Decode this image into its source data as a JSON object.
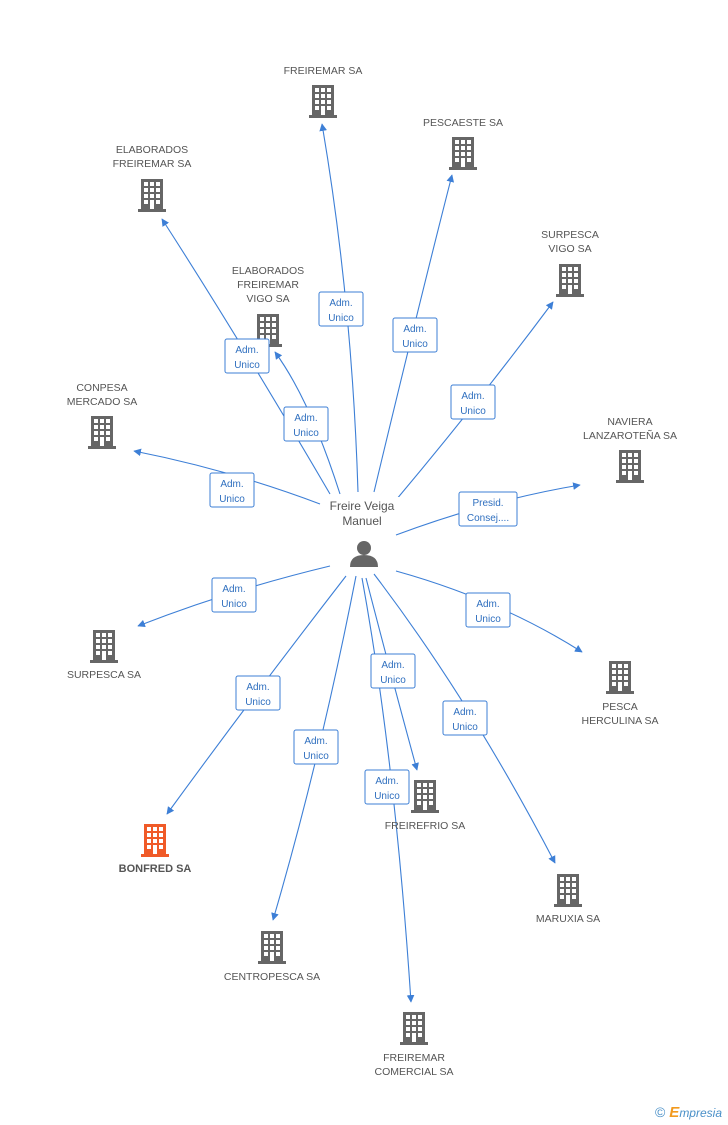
{
  "center": {
    "label_lines": [
      "Freire Veiga",
      "Manuel"
    ]
  },
  "colors": {
    "edge": "#3d7fd6",
    "building": "#666666",
    "highlight": "#f05a28",
    "role_border": "#3d7fd6",
    "role_text": "#2f6fbf"
  },
  "companies": [
    {
      "id": "freiremar",
      "lines": [
        "FREIREMAR SA"
      ],
      "role_lines": [
        "Adm.",
        "Unico"
      ],
      "highlight": false
    },
    {
      "id": "pescaeste",
      "lines": [
        "PESCAESTE SA"
      ],
      "role_lines": [
        "Adm.",
        "Unico"
      ],
      "highlight": false
    },
    {
      "id": "elaborados",
      "lines": [
        "ELABORADOS",
        "FREIREMAR SA"
      ],
      "role_lines": [
        "Adm.",
        "Unico"
      ],
      "highlight": false
    },
    {
      "id": "surpesca-vigo",
      "lines": [
        "SURPESCA",
        "VIGO SA"
      ],
      "role_lines": [
        "Adm.",
        "Unico"
      ],
      "highlight": false
    },
    {
      "id": "elaborados-vigo",
      "lines": [
        "ELABORADOS",
        "FREIREMAR",
        "VIGO SA"
      ],
      "role_lines": [
        "Adm.",
        "Unico"
      ],
      "highlight": false
    },
    {
      "id": "conpesa",
      "lines": [
        "CONPESA",
        "MERCADO SA"
      ],
      "role_lines": [
        "Adm.",
        "Unico"
      ],
      "highlight": false
    },
    {
      "id": "naviera",
      "lines": [
        "NAVIERA",
        "LANZAROTEÑA SA"
      ],
      "role_lines": [
        "Presid.",
        "Consej...."
      ],
      "highlight": false
    },
    {
      "id": "surpesca",
      "lines": [
        "SURPESCA SA"
      ],
      "role_lines": [
        "Adm.",
        "Unico"
      ],
      "highlight": false
    },
    {
      "id": "pesca-herculina",
      "lines": [
        "PESCA",
        "HERCULINA SA"
      ],
      "role_lines": [
        "Adm.",
        "Unico"
      ],
      "highlight": false
    },
    {
      "id": "bonfred",
      "lines": [
        "BONFRED SA"
      ],
      "role_lines": [
        "Adm.",
        "Unico"
      ],
      "highlight": true
    },
    {
      "id": "freirefrio",
      "lines": [
        "FREIREFRIO SA"
      ],
      "role_lines": [
        "Adm.",
        "Unico"
      ],
      "highlight": false
    },
    {
      "id": "maruxia",
      "lines": [
        "MARUXIA SA"
      ],
      "role_lines": [
        "Adm.",
        "Unico"
      ],
      "highlight": false
    },
    {
      "id": "centropesca",
      "lines": [
        "CENTROPESCA SA"
      ],
      "role_lines": [
        "Adm.",
        "Unico"
      ],
      "highlight": false
    },
    {
      "id": "freiremar-comercial",
      "lines": [
        "FREIREMAR",
        "COMERCIAL SA"
      ],
      "role_lines": [
        "Adm.",
        "Unico"
      ],
      "highlight": false
    }
  ],
  "footer": {
    "copyright_symbol": "©",
    "brand_first": "E",
    "brand_rest": "mpresia"
  }
}
